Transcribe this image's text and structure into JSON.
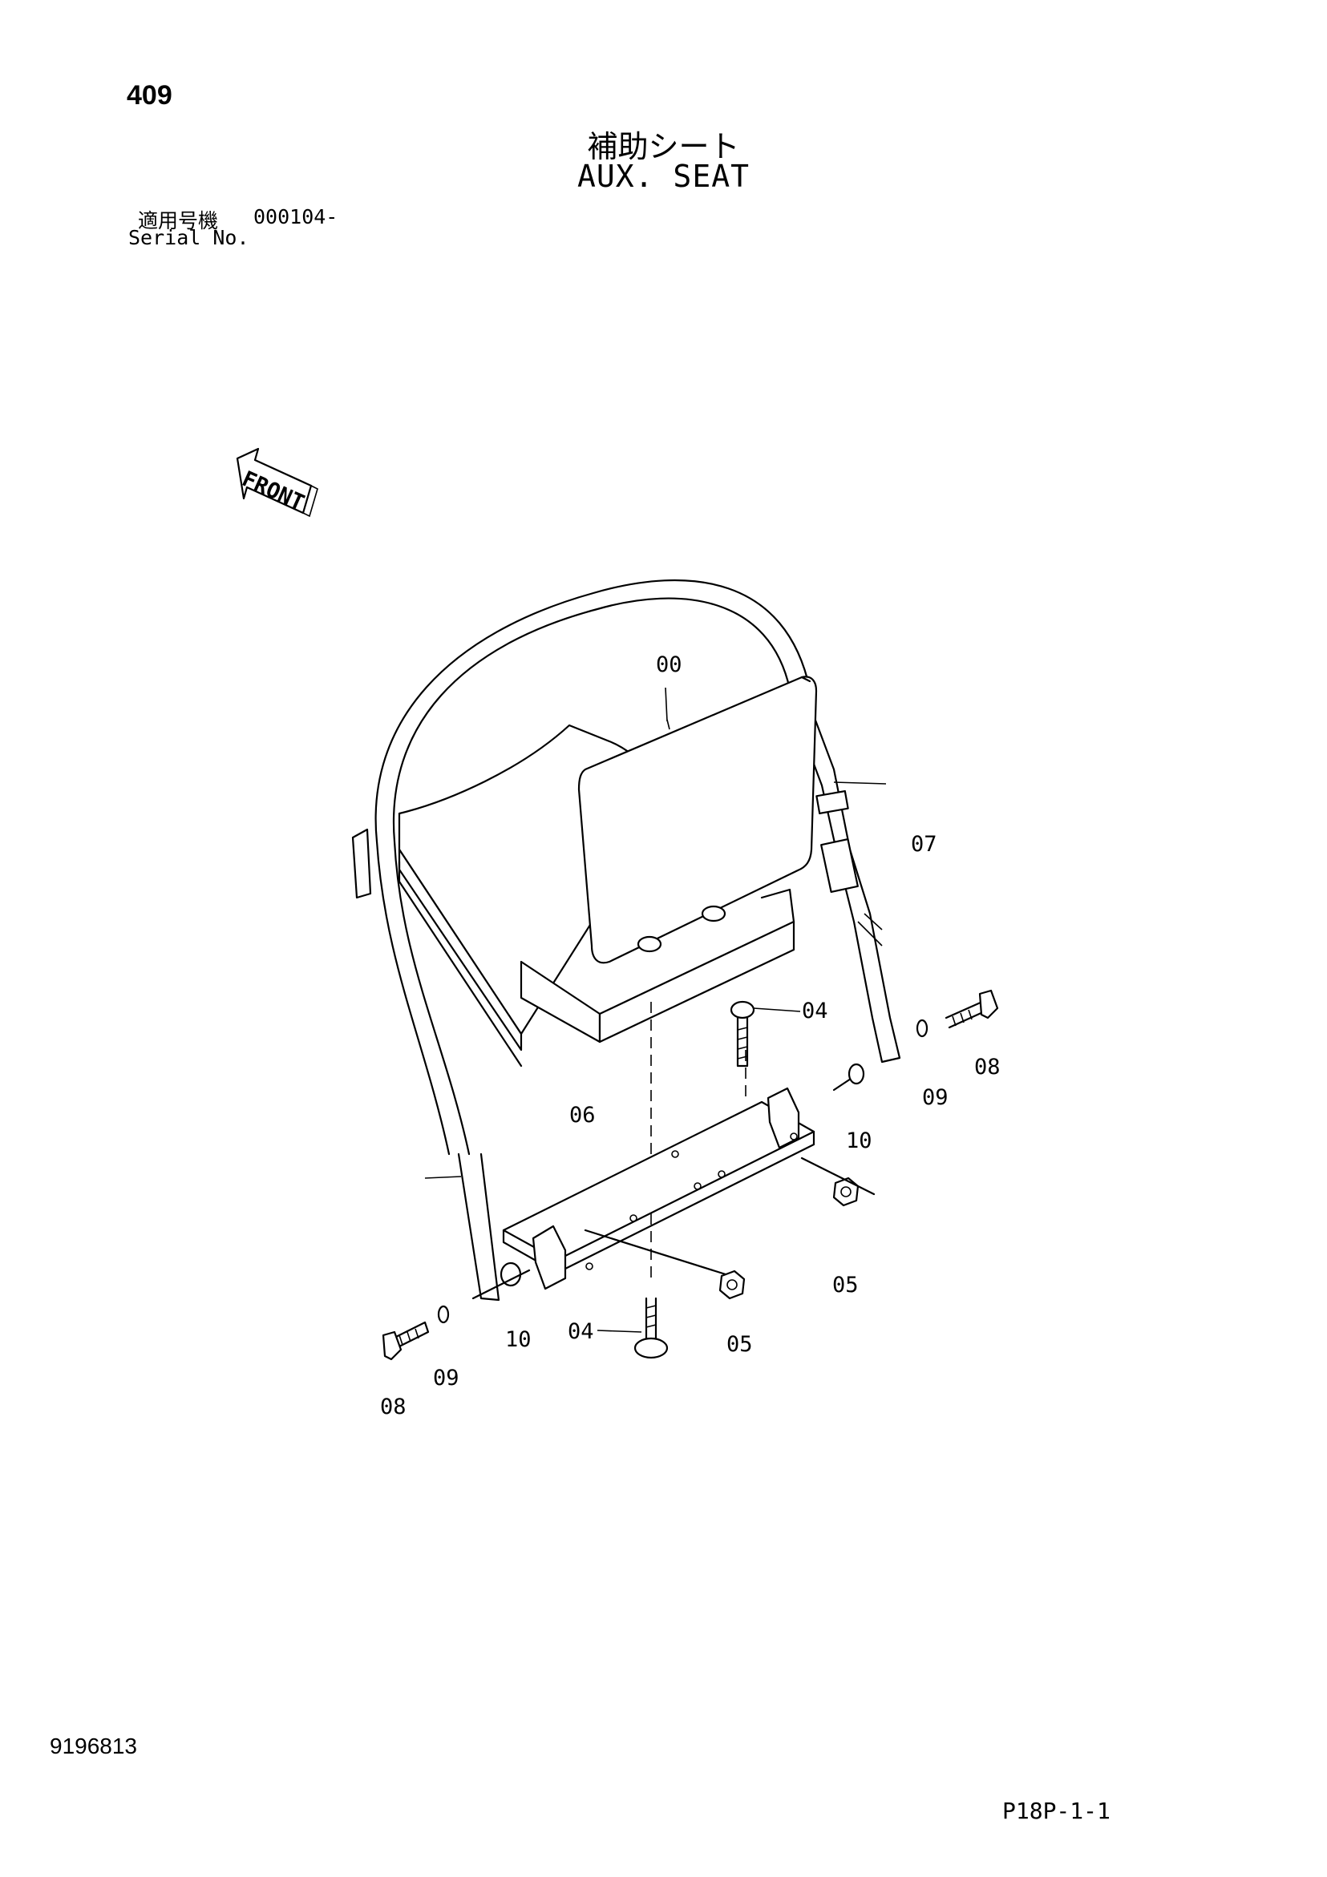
{
  "header": {
    "page_number": "409",
    "title_jp": "補助シート",
    "title_en": "AUX. SEAT",
    "serial_label_jp": "適用号機",
    "serial_value": "000104-",
    "serial_label_en": "Serial No."
  },
  "diagram": {
    "front_label": "FRONT",
    "callouts": {
      "seat": "00",
      "bolt_top": "04",
      "bolt_bottom": "04",
      "nut_right": "05",
      "nut_left": "05",
      "base_plate": "06",
      "belt": "07",
      "bolt_right": "08",
      "bolt_left": "08",
      "washer_right": "09",
      "washer_left": "09",
      "bushing_right": "10",
      "bushing_left": "10"
    }
  },
  "footer": {
    "drawing_id": "9196813",
    "sheet_code": "P18P-1-1"
  }
}
